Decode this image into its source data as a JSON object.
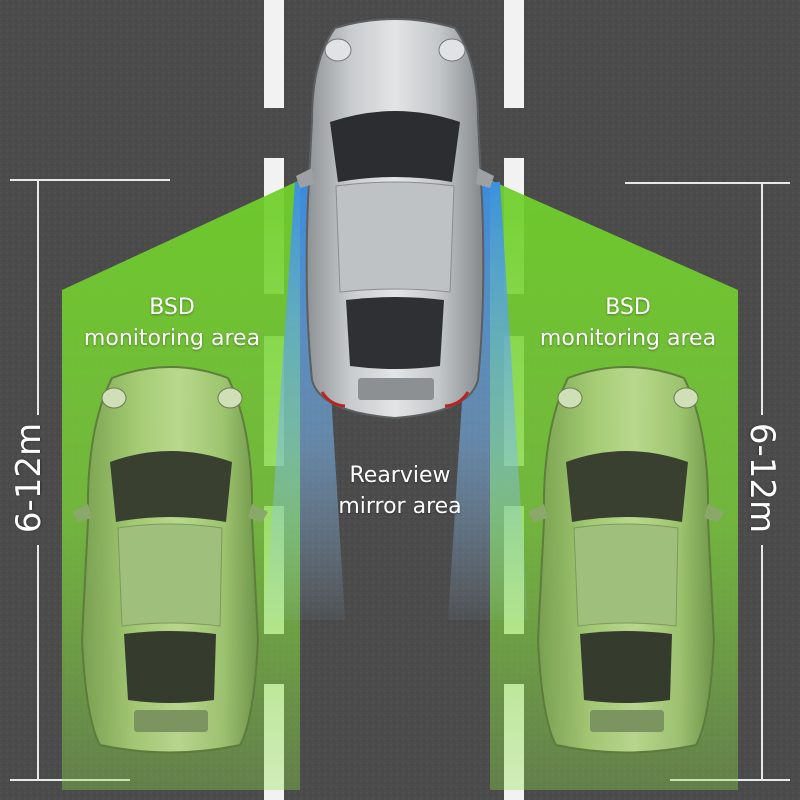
{
  "labels": {
    "bsd_left": [
      "BSD",
      "monitoring area"
    ],
    "bsd_right": [
      "BSD",
      "monitoring area"
    ],
    "rearview": [
      "Rearview",
      "mirror area"
    ]
  },
  "distance": {
    "left": "6-12m",
    "right": "6-12m"
  },
  "colors": {
    "road": "#4a4a4a",
    "lane_line": "#f2f2f2",
    "bsd_zone": "#6fcf2a",
    "rearview_zone": "#3a8ee6",
    "car_body": "#b9bcbf"
  }
}
